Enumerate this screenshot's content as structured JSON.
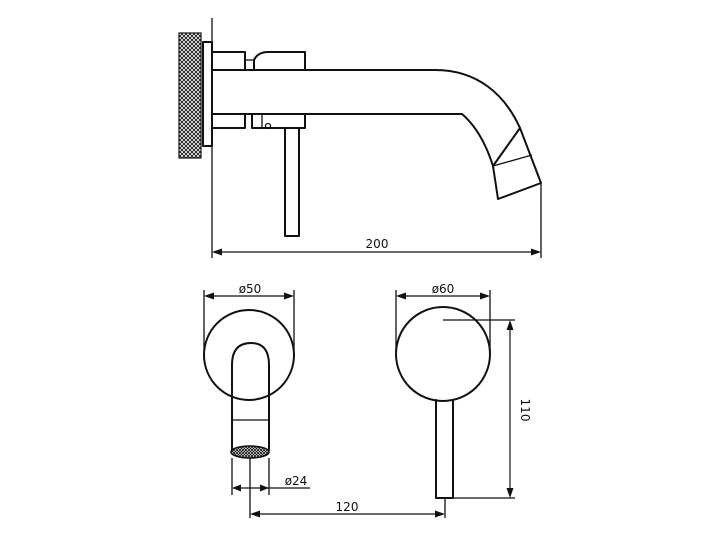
{
  "dimensions": {
    "overall_length": "200",
    "spout_plate_diameter": "ø50",
    "handle_plate_diameter": "ø60",
    "spout_outlet_diameter": "ø24",
    "spout_handle_spacing": "120",
    "handle_height": "110"
  }
}
